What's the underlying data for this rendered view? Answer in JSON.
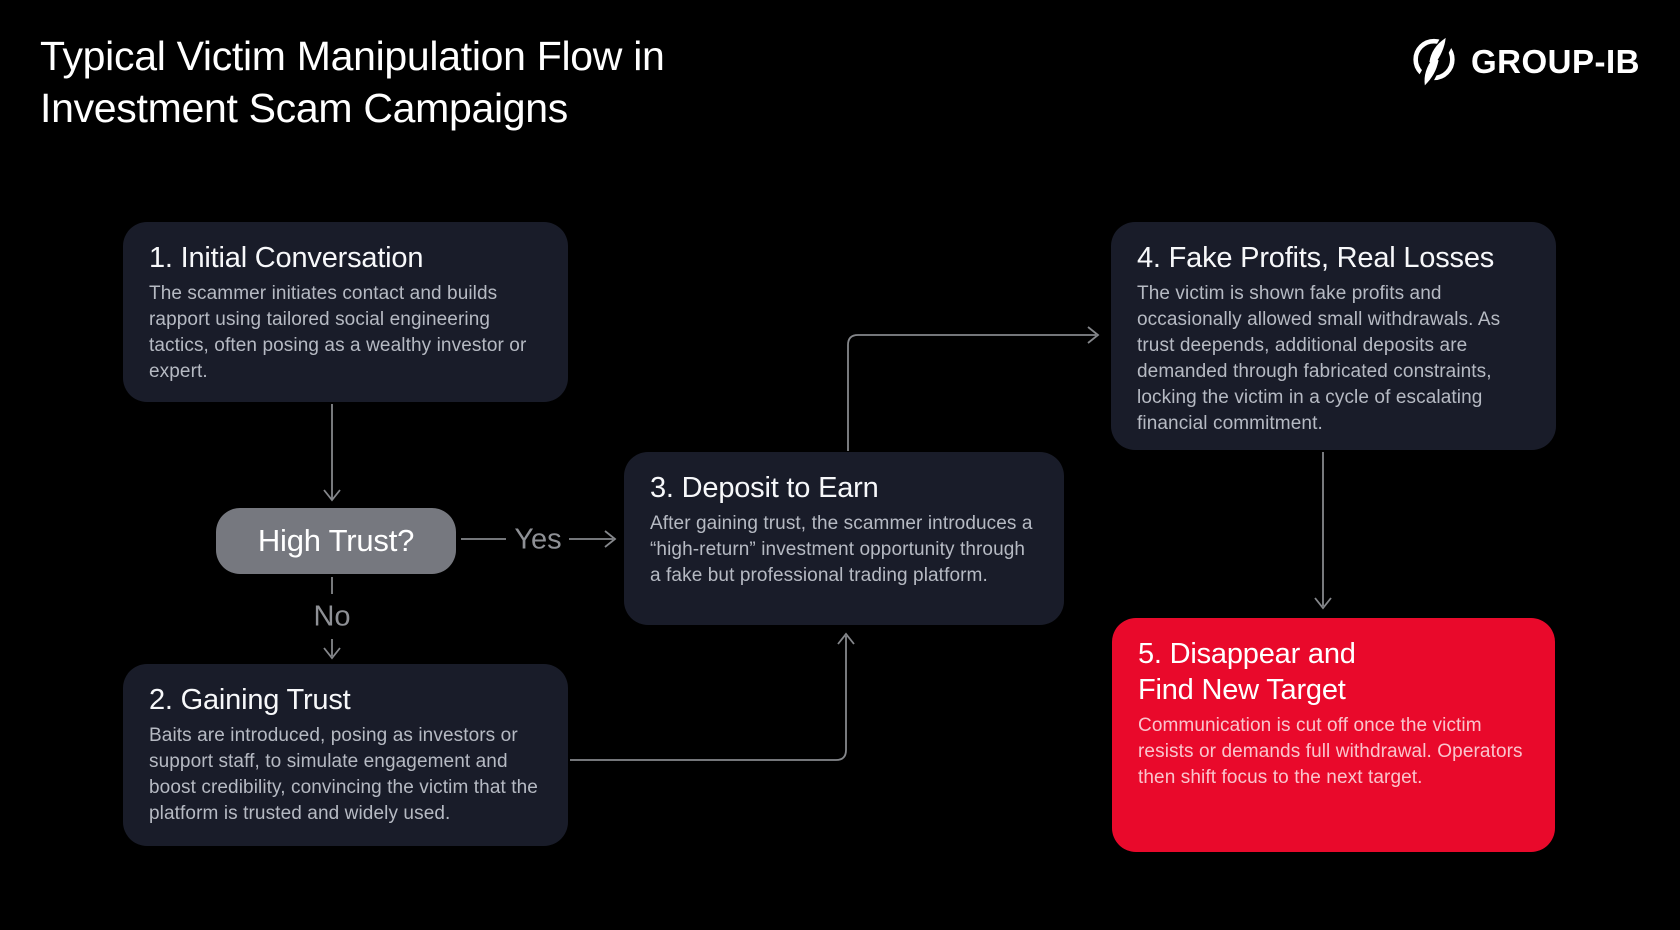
{
  "title": {
    "line1": "Typical Victim Manipulation Flow in",
    "line2": "Investment Scam Campaigns"
  },
  "brand": {
    "name": "GROUP-IB",
    "logo_icon": "group-ib-circle-leaf-icon"
  },
  "decision": {
    "label": "High Trust?",
    "yes_label": "Yes",
    "no_label": "No"
  },
  "boxes": [
    {
      "title": "1. Initial Conversation",
      "body": "The scammer initiates contact and builds rapport using tailored social engineering tactics, often posing as a wealthy investor or expert."
    },
    {
      "title": "2. Gaining Trust",
      "body": "Baits are introduced, posing as investors or support staff, to simulate engagement and boost credibility, convincing the victim that the platform is trusted and widely used."
    },
    {
      "title": "3. Deposit to Earn",
      "body": "After gaining trust, the scammer introduces a “high-return” investment opportunity through a fake but professional trading platform."
    },
    {
      "title": "4. Fake Profits, Real Losses",
      "body": "The victim is shown fake profits and occasionally allowed small withdrawals. As trust deepends, additional deposits are demanded through fabricated constraints, locking the victim in a cycle of escalating financial commitment."
    },
    {
      "title_line1": "5. Disappear and",
      "title_line2": "Find New Target",
      "body": "Communication is cut off once the victim resists or demands full withdrawal. Operators then shift focus to the next target."
    }
  ],
  "colors": {
    "background": "#000000",
    "card": "#191C29",
    "card_body_text": "#B6BAC3",
    "title_text": "#FFFFFF",
    "decision_pill": "#76787F",
    "accent_red": "#E9092B",
    "connector": "#85878B",
    "edge_label": "#8E9095"
  }
}
